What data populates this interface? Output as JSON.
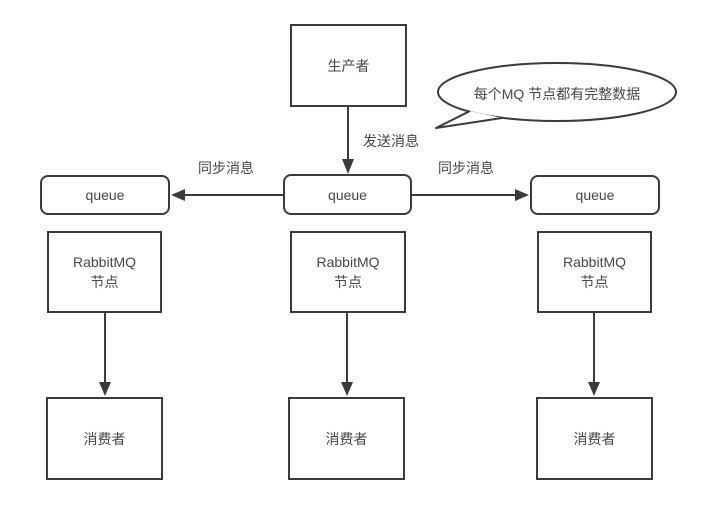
{
  "colors": {
    "stroke": "#3b3b3b",
    "text": "#474747",
    "background": "#ffffff"
  },
  "diagram": {
    "producer": {
      "label": "生产者"
    },
    "bubble": {
      "text": "每个MQ 节点都有完整数据"
    },
    "labels": {
      "send": "发送消息",
      "sync_left": "同步消息",
      "sync_right": "同步消息"
    },
    "columns": [
      {
        "queue": "queue",
        "node_line1": "RabbitMQ",
        "node_line2": "节点",
        "consumer": "消费者"
      },
      {
        "queue": "queue",
        "node_line1": "RabbitMQ",
        "node_line2": "节点",
        "consumer": "消费者"
      },
      {
        "queue": "queue",
        "node_line1": "RabbitMQ",
        "node_line2": "节点",
        "consumer": "消费者"
      }
    ]
  }
}
